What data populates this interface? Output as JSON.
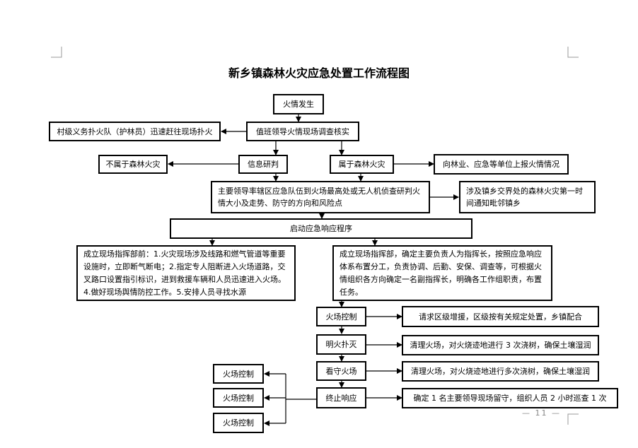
{
  "title": "新乡镇森林火灾应急处置工作流程图",
  "nodes": {
    "fire_occurs": "火情发生",
    "duty_leader": "值班领导火情现场调查核实",
    "village_team": "村级义务扑火队（护林员）迅速赶往现场扑火",
    "info_judge": "信息研判",
    "not_forest_fire": "不属于森林火灾",
    "is_forest_fire": "属于森林火灾",
    "report_up": "向林业、应急等单位上报火情情况",
    "lead_team": "主要领导率辖区应急队伍到火场最高处或无人机侦查研判火情大小及走势、防守的方向和风险点",
    "border_notify": "涉及镇乡交界处的森林火灾第一时间通知毗邻镇乡",
    "start_response": "启动应急响应程序",
    "left_command": "成立现场指挥部前：1.火灾现场涉及线路和燃气管道等重要设施时，立即断气断电；2.指定专人阻断进入火场道路，交叉路口设置指引标识，进到救援车辆和人员迅速进入火场。4.做好现场舆情防控工作。5.安排人员寻找水源",
    "right_command": "成立现场指挥部，确定主要负责人为指挥长，按照应急响应体系布置分工，负责协调、后勤、安保、调查等，可根据火情组织各方向确定一名副指挥长，明确各工作组职责，布置任务。",
    "fire_control": "火场控制",
    "request_support": "请求区级增援，区级按有关规定处置，乡镇配合",
    "open_fire": "明火扑灭",
    "clean_3": "清理火场，对火烧迹地进行 3 次浇树，确保土壤湿润",
    "watch_fire": "看守火场",
    "clean_multi": "清理火场，对火烧迹地进行多次浇树，确保土壤湿润",
    "end_response": "终止响应",
    "stay_patrol": "确定 1 名主要领导现场留守，组织人员 2 小时巡查 1 次",
    "out_1": "火场控制",
    "out_2": "火场控制",
    "out_3": "火场控制"
  },
  "page_number": "— 11 —"
}
